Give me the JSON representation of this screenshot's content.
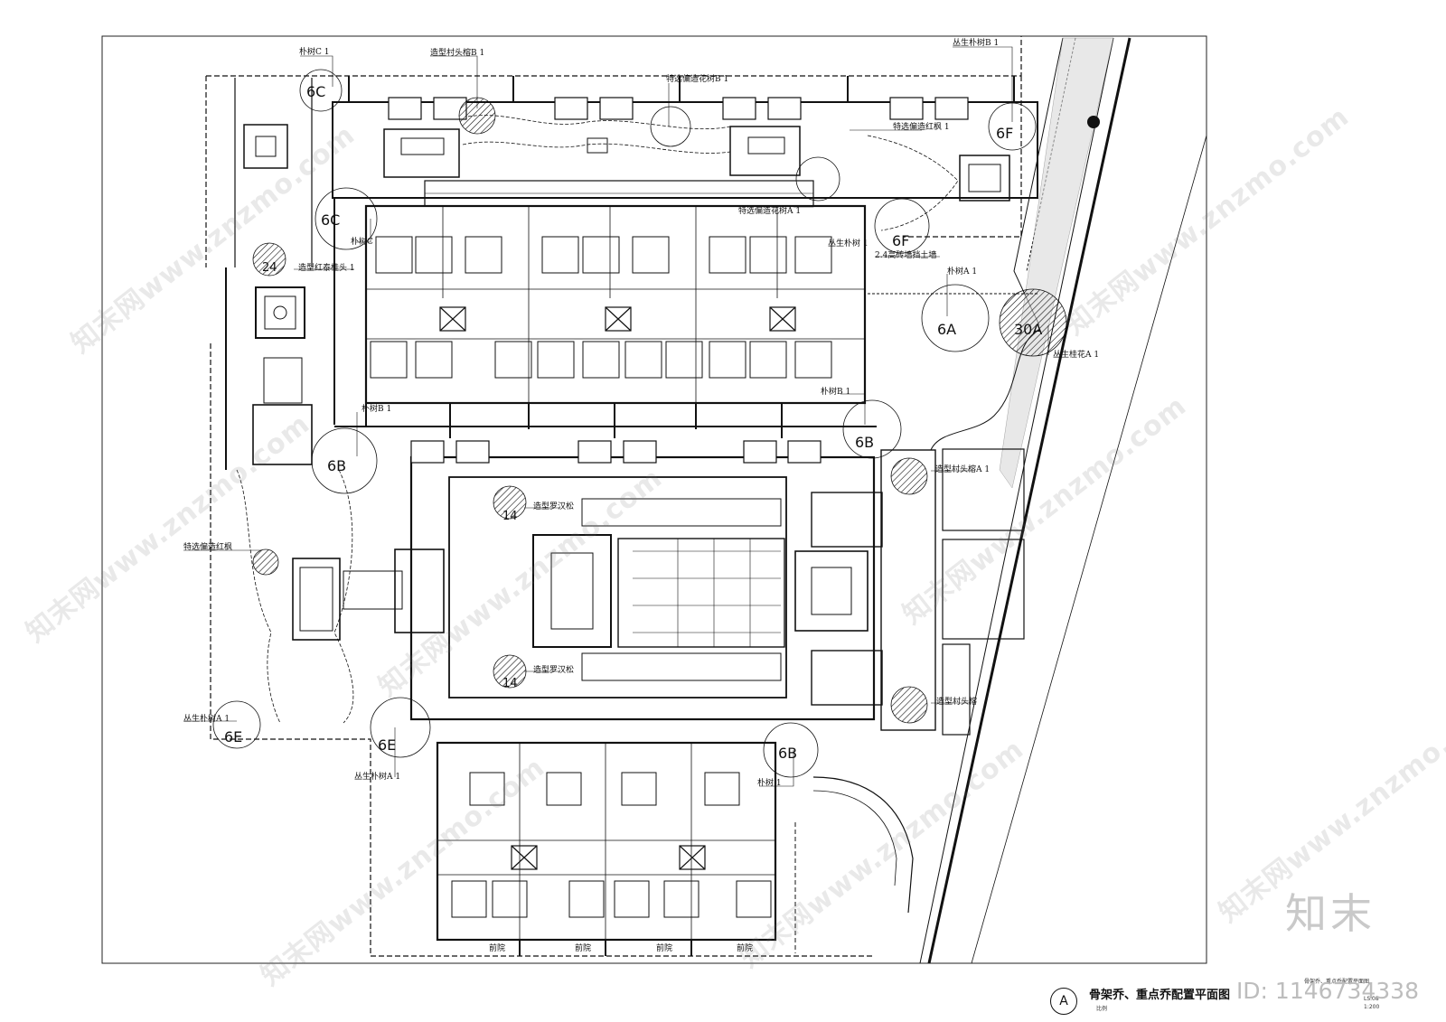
{
  "plant_labels": [
    {
      "id": "pushuC1",
      "text": "朴树C 1"
    },
    {
      "id": "zaoxingB1",
      "text": "造型村头榕B 1"
    },
    {
      "id": "teaxuan_top",
      "text": "特选偏造花树B 1"
    },
    {
      "id": "congshengB1",
      "text": "丛生朴树B 1"
    },
    {
      "id": "teaxuan_hong",
      "text": "特选偏造红枫 1"
    },
    {
      "id": "teaxuan_mid",
      "text": "特选偏造花树A 1"
    },
    {
      "id": "congsheng_mid",
      "text": "丛生朴树 1"
    },
    {
      "id": "zaoxing_hongtai",
      "text": "造型红泰桂头 1"
    },
    {
      "id": "pushuA1",
      "text": "朴树A 1"
    },
    {
      "id": "pushuB1_right",
      "text": "朴树B 1"
    },
    {
      "id": "pushuB1_left",
      "text": "朴树B 1"
    },
    {
      "id": "congsheng_guihuaA1",
      "text": "丛生桂花A 1"
    },
    {
      "id": "zaoxing_tou_A1",
      "text": "造型村头榕A 1"
    },
    {
      "id": "teaxuan_hongfeng",
      "text": "特选偏造红枫"
    },
    {
      "id": "luohansong_top",
      "text": "造型罗汉松"
    },
    {
      "id": "luohansong_bottom",
      "text": "造型罗汉松"
    },
    {
      "id": "congsheng_pushu_A1_left",
      "text": "丛生朴树A 1"
    },
    {
      "id": "congsheng_pushu_A1_bottom",
      "text": "丛生朴树A 1"
    },
    {
      "id": "zaoxing_tou_bottom",
      "text": "造型村头榕"
    },
    {
      "id": "pushu_small",
      "text": "朴树 1"
    },
    {
      "id": "c_label",
      "text": "朴树C"
    },
    {
      "id": "wall_note",
      "text": "2.4高砖墙挡土墙"
    }
  ],
  "tree_tags": [
    {
      "id": "t6C_top",
      "text": "6C"
    },
    {
      "id": "t6C_mid",
      "text": "6C"
    },
    {
      "id": "t6F_top",
      "text": "6F"
    },
    {
      "id": "t6F_mid",
      "text": "6F"
    },
    {
      "id": "t6A",
      "text": "6A"
    },
    {
      "id": "t30A",
      "text": "30A"
    },
    {
      "id": "t6B_right",
      "text": "6B"
    },
    {
      "id": "t6B_left",
      "text": "6B"
    },
    {
      "id": "t6E_bottom",
      "text": "6E"
    },
    {
      "id": "t6B_bottom",
      "text": "6B"
    },
    {
      "id": "t6E_left",
      "text": "6E"
    },
    {
      "id": "t24",
      "text": "24"
    },
    {
      "id": "t14_top",
      "text": "14"
    },
    {
      "id": "t14_bottom",
      "text": "14"
    }
  ],
  "entry_labels": [
    "前院",
    "前院",
    "前院",
    "前院"
  ],
  "title_block": {
    "circle_letter": "A",
    "title": "骨架乔、重点乔配置平面图",
    "scale_label": "比例",
    "scale_value": "1:200",
    "sheet": "LS.08",
    "small_note": "骨架乔、重点乔配置平面图"
  },
  "watermarks": [
    "知末网www.znzmo.com"
  ],
  "brand": "知末",
  "doc_id": "ID: 1146734338"
}
